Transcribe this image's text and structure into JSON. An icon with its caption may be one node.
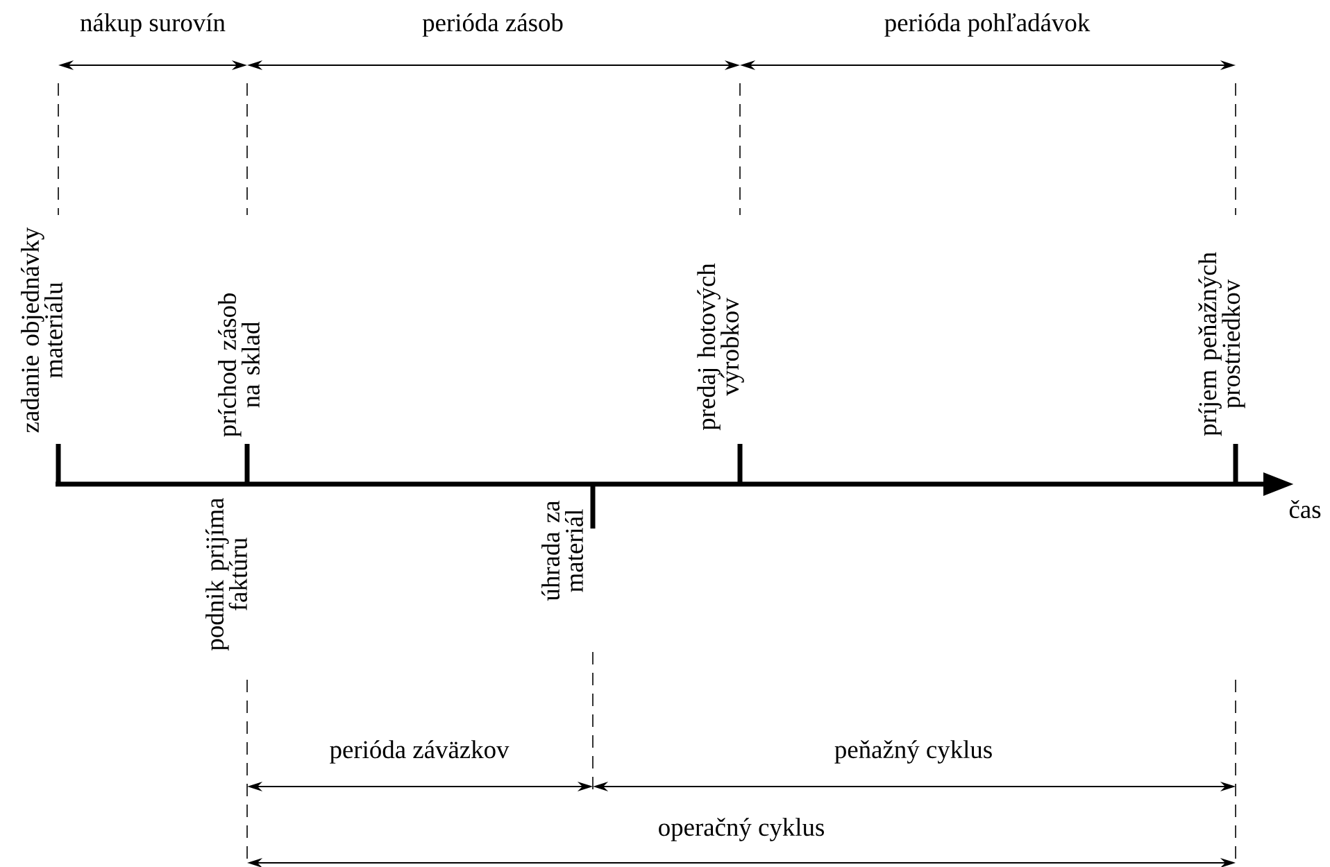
{
  "diagram": {
    "labels": [
      "nákup surovín",
      "perióda zásob",
      "perióda pohľadávok",
      "zadanie objednávky materiálu",
      "príchod zásob na sklad",
      "predaj hotových výrobkov",
      "príjem peňažných prostriedkov",
      "čas",
      "podnik prijíma faktúru",
      "úhrada za materiál",
      "perióda záväzkov",
      "peňažný cyklus",
      "operačný cyklus"
    ]
  }
}
